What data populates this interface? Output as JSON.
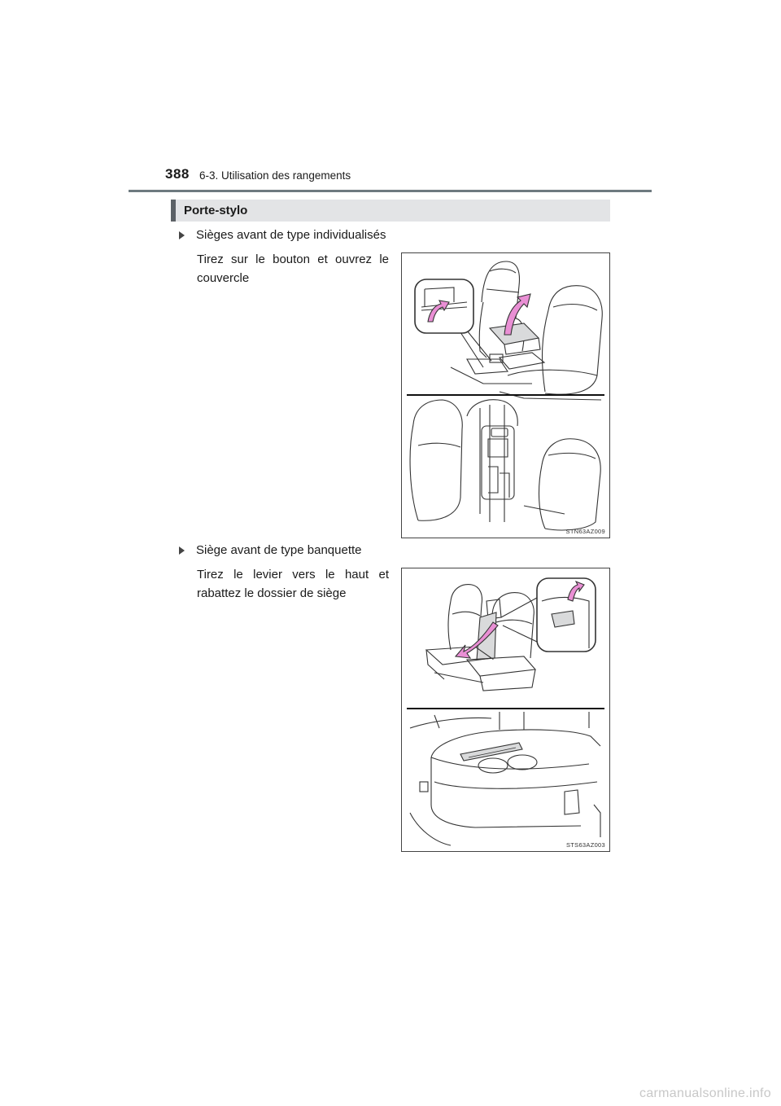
{
  "header": {
    "page_number": "388",
    "chapter": "6-3. Utilisation des rangements"
  },
  "section": {
    "title": "Porte-stylo"
  },
  "items": [
    {
      "heading": "Sièges avant de type individualisés",
      "instruction": "Tirez sur le bouton et ouvrez le couvercle",
      "figure_code": "STN63AZ009"
    },
    {
      "heading": "Siège avant de type banquette",
      "instruction": "Tirez le levier vers le haut et rabattez le dossier de siège",
      "figure_code": "STS63AZ003"
    }
  ],
  "footer": {
    "watermark": "carmanualsonline.info"
  },
  "colors": {
    "arrow": "#e98fd4",
    "arrow_stroke": "#333333",
    "section_bar": "#e3e4e6",
    "rule": "#6e7a80"
  }
}
